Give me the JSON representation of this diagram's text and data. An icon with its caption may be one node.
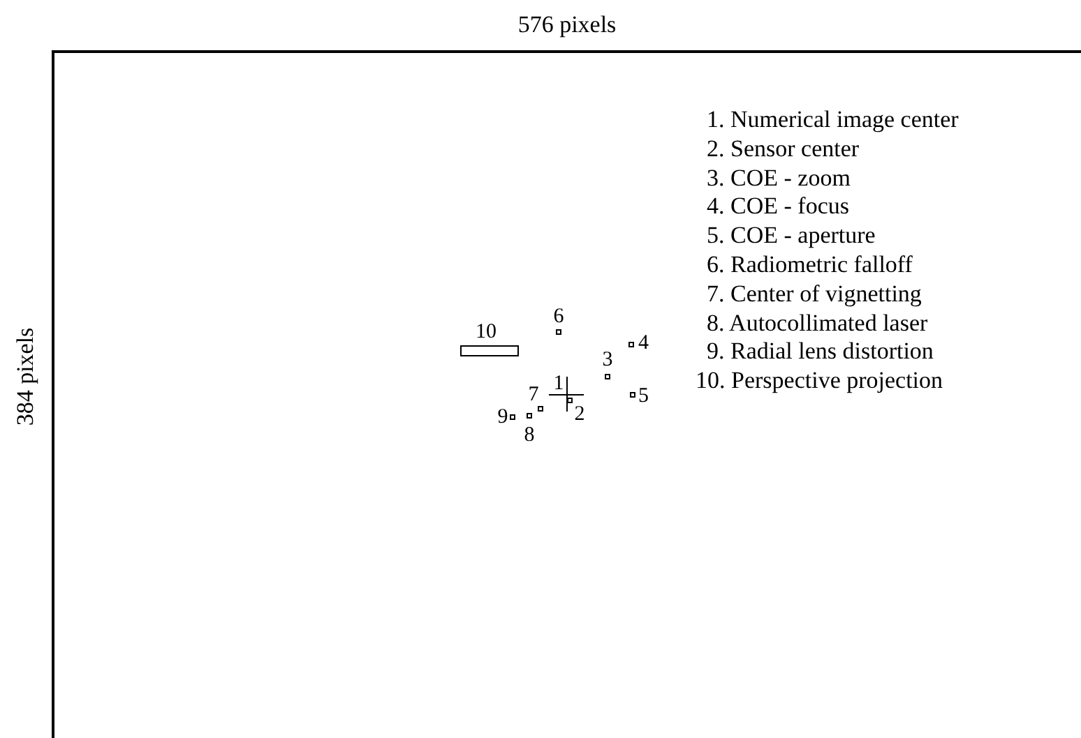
{
  "diagram": {
    "labels": [
      "576 pixels",
      "384 pixels",
      "1. Numerical image center",
      "2. Sensor center",
      "3. COE - zoom",
      "4. COE - focus",
      "5. COE - aperture",
      "6. Radiometric falloff",
      "7. Center of vignetting",
      "8. Autocollimated laser",
      "9. Radial lens distortion",
      "10. Perspective projection",
      "10",
      "6",
      "4",
      "3",
      "1",
      "5",
      "7",
      "2",
      "9",
      "8"
    ]
  }
}
